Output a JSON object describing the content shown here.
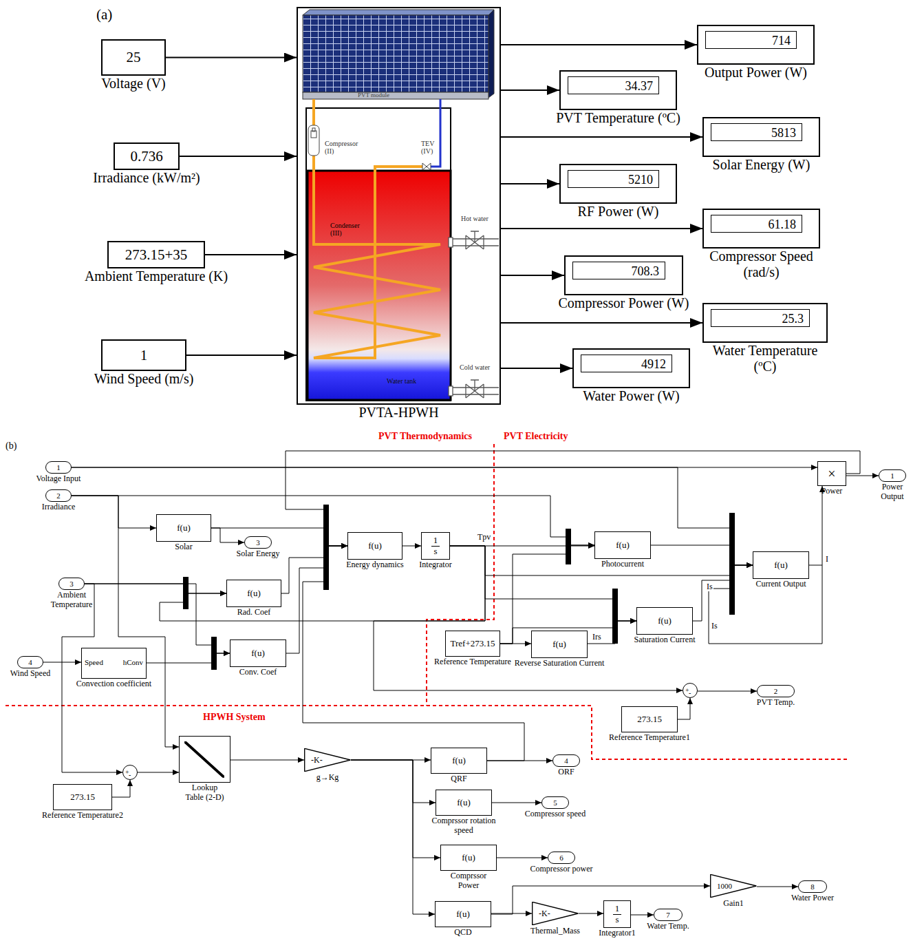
{
  "diagram": {
    "nodes": [
      {
        "text": [
          "25",
          "Voltage (V)"
        ]
      },
      {
        "text": [
          "0.736",
          "Irradiance (kW/m²)"
        ]
      },
      {
        "text": [
          "273.15+35",
          "Ambient Temperature (K)"
        ]
      },
      {
        "text": [
          "1",
          "Wind Speed (m/s)"
        ]
      },
      {
        "text": [
          "PVTA-HPWH"
        ]
      },
      {
        "text": [
          "714",
          "Output Power (W)"
        ]
      },
      {
        "text": [
          "34.37",
          "PVT Temperature (ºC)"
        ]
      },
      {
        "text": [
          "5813",
          "Solar Energy (W)"
        ]
      },
      {
        "text": [
          "5210",
          "RF Power (W)"
        ]
      },
      {
        "text": [
          "61.18",
          "Compressor Speed (rad/s)"
        ]
      },
      {
        "text": [
          "708.3",
          "Compressor Power (W)"
        ]
      },
      {
        "text": [
          "25.3",
          "Water Temperature (ºC)"
        ]
      },
      {
        "text": [
          "4912",
          "Water Power (W)"
        ]
      },
      {
        "text": [
          "1",
          "Voltage Input"
        ]
      },
      {
        "text": [
          "2",
          "Irradiance"
        ]
      },
      {
        "text": [
          "3",
          "Ambient Temperature"
        ]
      },
      {
        "text": [
          "4",
          "Wind Speed"
        ]
      },
      {
        "text": [
          "f(u)",
          "Solar"
        ]
      },
      {
        "text": [
          "3",
          "Solar Energy"
        ]
      },
      {
        "text": [
          "f(u)",
          "Rad. Coef"
        ]
      },
      {
        "text": [
          "f(u)",
          "Conv. Coef"
        ]
      },
      {
        "text": [
          "Speed",
          "hConv",
          "Convection coefficient"
        ]
      },
      {
        "text": [
          "f(u)",
          "Energy dynamics"
        ]
      },
      {
        "text": [
          "1",
          "s",
          "Integrator"
        ]
      },
      {
        "text": [
          "f(u)",
          "Photocurrent"
        ]
      },
      {
        "text": [
          "f(u)",
          "Current Output"
        ]
      },
      {
        "text": [
          "×",
          "Power"
        ]
      },
      {
        "text": [
          "1",
          "Power Output"
        ]
      },
      {
        "text": [
          "f(u)",
          "Saturation Current"
        ]
      },
      {
        "text": [
          "Tref+273.15",
          "Reference Temperature"
        ]
      },
      {
        "text": [
          "f(u)",
          "Reverse Saturation Current"
        ]
      },
      {
        "text": [
          "+",
          "-"
        ]
      },
      {
        "text": [
          "2",
          "PVT Temp."
        ]
      },
      {
        "text": [
          "273.15",
          "Reference Temperature1"
        ]
      },
      {
        "text": [
          "+",
          "-"
        ]
      },
      {
        "text": [
          "273.15",
          "Reference Temperature2"
        ]
      },
      {
        "text": [
          "Lookup Table (2-D)"
        ]
      },
      {
        "text": [
          "-K-",
          "g→Kg"
        ]
      },
      {
        "text": [
          "f(u)",
          "QRF"
        ]
      },
      {
        "text": [
          "4",
          "ORF"
        ]
      },
      {
        "text": [
          "f(u)",
          "Comprssor rotation speed"
        ]
      },
      {
        "text": [
          "5",
          "Compressor speed"
        ]
      },
      {
        "text": [
          "f(u)",
          "Comprssor Power"
        ]
      },
      {
        "text": [
          "6",
          "Compressor power"
        ]
      },
      {
        "text": [
          "f(u)",
          "QCD"
        ]
      },
      {
        "text": [
          "-K-",
          "Thermal_Mass"
        ]
      },
      {
        "text": [
          "1",
          "s",
          "Integrator1"
        ]
      },
      {
        "text": [
          "7",
          "Water Temp."
        ]
      },
      {
        "text": [
          "1000",
          "Gain1"
        ]
      },
      {
        "text": [
          "8",
          "Water Power"
        ]
      }
    ],
    "edges": [
      {
        "from": 0,
        "to": 4,
        "arrow": "to"
      },
      {
        "from": 1,
        "to": 4,
        "arrow": "to"
      },
      {
        "from": 2,
        "to": 4,
        "arrow": "to"
      },
      {
        "from": 3,
        "to": 4,
        "arrow": "to"
      },
      {
        "from": 4,
        "to": 5,
        "arrow": "to"
      },
      {
        "from": 4,
        "to": 6,
        "arrow": "to"
      },
      {
        "from": 4,
        "to": 7,
        "arrow": "to"
      },
      {
        "from": 4,
        "to": 8,
        "arrow": "to"
      },
      {
        "from": 4,
        "to": 9,
        "arrow": "to"
      },
      {
        "from": 4,
        "to": 10,
        "arrow": "to"
      },
      {
        "from": 4,
        "to": 11,
        "arrow": "to"
      },
      {
        "from": 4,
        "to": 12,
        "arrow": "to"
      },
      {
        "from": 13,
        "to": 26,
        "arrow": "to"
      },
      {
        "from": 13,
        "to": 25,
        "arrow": "to"
      },
      {
        "from": 26,
        "to": 22,
        "arrow": "to"
      },
      {
        "from": 14,
        "to": 17,
        "arrow": "to"
      },
      {
        "from": 14,
        "to": 24,
        "arrow": "to"
      },
      {
        "from": 14,
        "to": 36,
        "arrow": "to"
      },
      {
        "from": 17,
        "to": 18,
        "arrow": "to"
      },
      {
        "from": 17,
        "to": 22,
        "arrow": "to"
      },
      {
        "from": 19,
        "to": 22,
        "arrow": "to"
      },
      {
        "from": 20,
        "to": 22,
        "arrow": "to"
      },
      {
        "from": 15,
        "to": 19,
        "arrow": "to"
      },
      {
        "from": 15,
        "to": 20,
        "arrow": "to"
      },
      {
        "from": 15,
        "to": 34,
        "arrow": "to"
      },
      {
        "from": 16,
        "to": 21,
        "arrow": "to"
      },
      {
        "from": 21,
        "to": 20,
        "arrow": "to"
      },
      {
        "from": 22,
        "to": 23,
        "arrow": "to"
      },
      {
        "from": 23,
        "to": 19,
        "arrow": "to"
      },
      {
        "from": 23,
        "to": 24,
        "arrow": "to"
      },
      {
        "from": 23,
        "to": 25,
        "arrow": "to"
      },
      {
        "from": 23,
        "to": 28,
        "arrow": "to"
      },
      {
        "from": 23,
        "to": 31,
        "arrow": "to"
      },
      {
        "from": 29,
        "to": 30,
        "arrow": "to"
      },
      {
        "from": 29,
        "to": 24,
        "arrow": "to"
      },
      {
        "from": 29,
        "to": 28,
        "arrow": "to"
      },
      {
        "from": 30,
        "to": 28,
        "label": "Irs",
        "arrow": "to"
      },
      {
        "from": 28,
        "to": 25,
        "label": "Is",
        "arrow": "to"
      },
      {
        "from": 24,
        "to": 25,
        "arrow": "to"
      },
      {
        "from": 25,
        "to": 26,
        "label": "I",
        "arrow": "to"
      },
      {
        "from": 26,
        "to": 27,
        "arrow": "to"
      },
      {
        "from": 33,
        "to": 31,
        "arrow": "to"
      },
      {
        "from": 31,
        "to": 32,
        "arrow": "to"
      },
      {
        "from": 35,
        "to": 34,
        "arrow": "to"
      },
      {
        "from": 34,
        "to": 36,
        "arrow": "to"
      },
      {
        "from": 36,
        "to": 37,
        "arrow": "to"
      },
      {
        "from": 37,
        "to": 38,
        "arrow": "to"
      },
      {
        "from": 37,
        "to": 40,
        "arrow": "to"
      },
      {
        "from": 37,
        "to": 42,
        "arrow": "to"
      },
      {
        "from": 37,
        "to": 44,
        "arrow": "to"
      },
      {
        "from": 38,
        "to": 39,
        "arrow": "to"
      },
      {
        "from": 38,
        "to": 22,
        "arrow": "to"
      },
      {
        "from": 40,
        "to": 41,
        "arrow": "to"
      },
      {
        "from": 42,
        "to": 43,
        "arrow": "to"
      },
      {
        "from": 44,
        "to": 45,
        "arrow": "to"
      },
      {
        "from": 45,
        "to": 46,
        "arrow": "to"
      },
      {
        "from": 46,
        "to": 47,
        "arrow": "to"
      },
      {
        "from": 44,
        "to": 48,
        "arrow": "to"
      },
      {
        "from": 48,
        "to": 49,
        "arrow": "to"
      }
    ],
    "labels": [
      "(a)",
      "PVT module",
      "Compressor (II)",
      "TEV (IV)",
      "Condenser (III)",
      "Hot water",
      "Cold water",
      "Water tank",
      "(b)",
      "PVT Thermodynamics",
      "PVT Electricity",
      "HPWH System",
      "Tpv",
      "Is"
    ]
  }
}
